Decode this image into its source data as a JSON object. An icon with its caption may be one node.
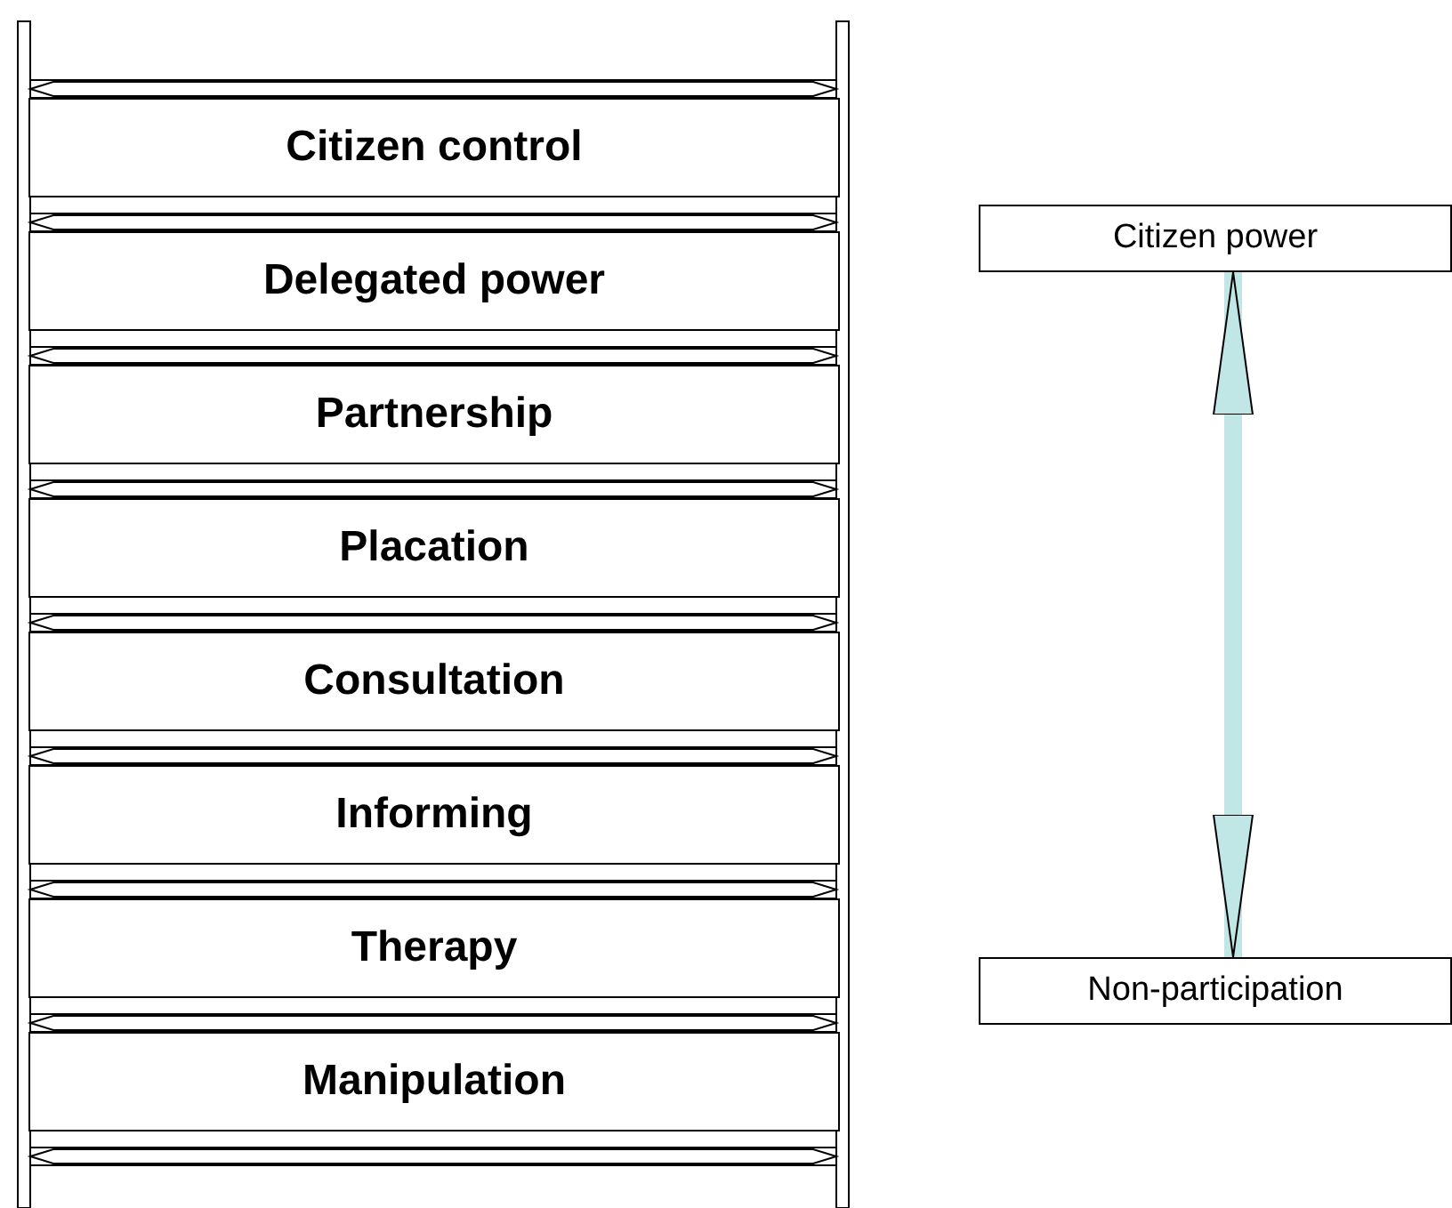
{
  "diagram": {
    "nodes": [
      {
        "text": [
          "Citizen control"
        ]
      },
      {
        "text": [
          "Delegated power"
        ]
      },
      {
        "text": [
          "Partnership"
        ]
      },
      {
        "text": [
          "Placation"
        ]
      },
      {
        "text": [
          "Consultation"
        ]
      },
      {
        "text": [
          "Informing"
        ]
      },
      {
        "text": [
          "Therapy"
        ]
      },
      {
        "text": [
          "Manipulation"
        ]
      },
      {
        "text": [
          "Citizen power"
        ]
      },
      {
        "text": [
          "Non-participation"
        ]
      }
    ],
    "edges": [
      {
        "from": 8,
        "to": 9,
        "arrow": "both",
        "color": "#c0e6e6"
      }
    ]
  }
}
